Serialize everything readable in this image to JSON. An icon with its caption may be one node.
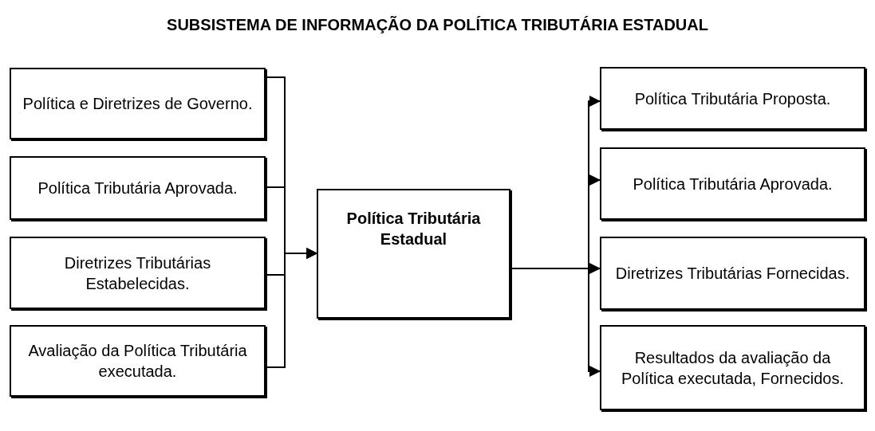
{
  "diagram": {
    "title": "SUBSISTEMA DE INFORMAÇÃO DA POLÍTICA TRIBUTÁRIA ESTADUAL",
    "nodes": [
      {
        "text": [
          "Política e Diretrizes de Governo."
        ]
      },
      {
        "text": [
          "Política Tributária Aprovada."
        ]
      },
      {
        "text": [
          "Diretrizes Tributárias Estabelecidas."
        ]
      },
      {
        "text": [
          "Avaliação da Política Tributária executada."
        ]
      },
      {
        "text": [
          "Política Tributária Estadual"
        ]
      },
      {
        "text": [
          "Política Tributária Proposta."
        ]
      },
      {
        "text": [
          "Política Tributária Aprovada."
        ]
      },
      {
        "text": [
          "Diretrizes Tributárias Fornecidas."
        ]
      },
      {
        "text": [
          "Resultados da avaliação da Política executada, Fornecidos."
        ]
      }
    ],
    "edges": [
      {
        "from": 0,
        "to": 4,
        "arrow": "to"
      },
      {
        "from": 1,
        "to": 4,
        "arrow": "to"
      },
      {
        "from": 2,
        "to": 4,
        "arrow": "to"
      },
      {
        "from": 3,
        "to": 4,
        "arrow": "to"
      },
      {
        "from": 4,
        "to": 5,
        "arrow": "to"
      },
      {
        "from": 4,
        "to": 6,
        "arrow": "to"
      },
      {
        "from": 4,
        "to": 7,
        "arrow": "to"
      },
      {
        "from": 4,
        "to": 8,
        "arrow": "to"
      }
    ]
  }
}
